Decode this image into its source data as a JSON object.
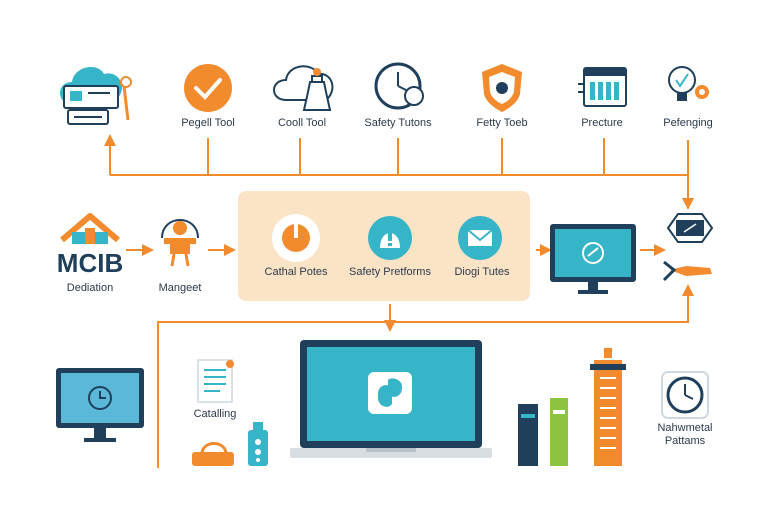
{
  "top_row": [
    {
      "label": "Pegell Tool",
      "icon": "cloud-server-icon"
    },
    {
      "label": "Cooll Tool",
      "icon": "orange-check-icon"
    },
    {
      "label": "Safety Tutons",
      "icon": "cloud-bottle-icon"
    },
    {
      "label": "Fetty Toeb",
      "icon": "clock-icon"
    },
    {
      "label": "Precture",
      "icon": "shield-icon"
    },
    {
      "label": "Pefenging",
      "icon": "lightbulb-gear-icon"
    }
  ],
  "middle_row": {
    "left": [
      {
        "label": "Dediation",
        "icon": "house-logo-icon",
        "logo_text": "MCIB"
      },
      {
        "label": "Mangeet",
        "icon": "desk-person-icon"
      }
    ],
    "panel": [
      {
        "label": "Cathal Potes",
        "icon": "orange-circle-icon"
      },
      {
        "label": "Safety Pretforms",
        "icon": "alert-icon"
      },
      {
        "label": "Diogi Tutes",
        "icon": "mail-icon"
      }
    ]
  },
  "bottom_row": {
    "catalog_label": "Catalling",
    "clock_label_line1": "Nahwmetal",
    "clock_label_line2": "Pattams"
  },
  "colors": {
    "orange": "#f28a2e",
    "teal": "#36b4c8",
    "navy": "#1f3f5b",
    "panel": "#fbe3c6",
    "green": "#8cc43f"
  }
}
